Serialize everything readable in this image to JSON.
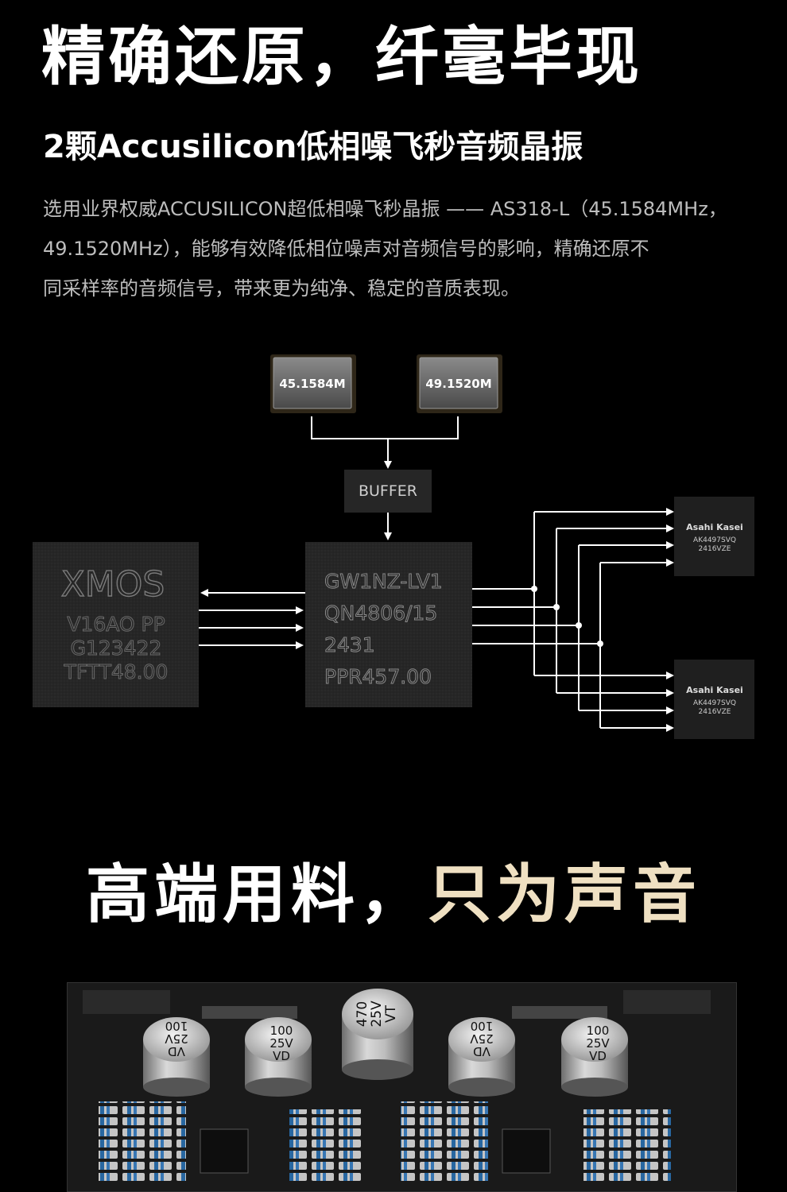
{
  "heading": {
    "title": "精确还原，纤毫毕现",
    "subtitle": "2颗Accusilicon低相噪飞秒音频晶振",
    "description": [
      "选用业界权威ACCUSILICON超低相噪飞秒晶振 —— AS318-L（45.1584MHz，",
      "49.1520MHz），能够有效降低相位噪声对音频信号的影响，精确还原不",
      "同采样率的音频信号，带来更为纯净、稳定的音质表现。"
    ]
  },
  "diagram": {
    "oscillators": [
      "45.1584M",
      "49.1520M"
    ],
    "buffer_label": "BUFFER",
    "xmos_chip": {
      "brand": "XMOS",
      "lines": [
        "V16AO PP",
        "G123422",
        "TFTT48.00"
      ]
    },
    "fpga_chip": {
      "lines": [
        "GW1NZ-LV1",
        "QN4806/15",
        "2431",
        "PPR457.00"
      ]
    },
    "dac_chips": [
      {
        "brand": "Asahi Kasei",
        "lines": [
          "AK4497SVQ",
          "2416VZE"
        ]
      },
      {
        "brand": "Asahi Kasei",
        "lines": [
          "AK4497SVQ",
          "2416VZE"
        ]
      }
    ],
    "colors": {
      "line": "#ffffff",
      "chip": "#222222",
      "crystal": "#6a6a6a"
    }
  },
  "section2": {
    "title_white": "高端用料，",
    "title_gold": "只为声音",
    "capacitors": [
      {
        "value": "100",
        "volt": "25V",
        "code": "VD"
      },
      {
        "value": "100",
        "volt": "25V",
        "code": "VD"
      },
      {
        "value": "470",
        "volt": "25V",
        "code": "VT"
      },
      {
        "value": "100",
        "volt": "25V",
        "code": "VD"
      },
      {
        "value": "100",
        "volt": "25V",
        "code": "VD"
      }
    ],
    "colors": {
      "gold": "#efe0c2",
      "pcb": "#1a1a1a"
    }
  }
}
